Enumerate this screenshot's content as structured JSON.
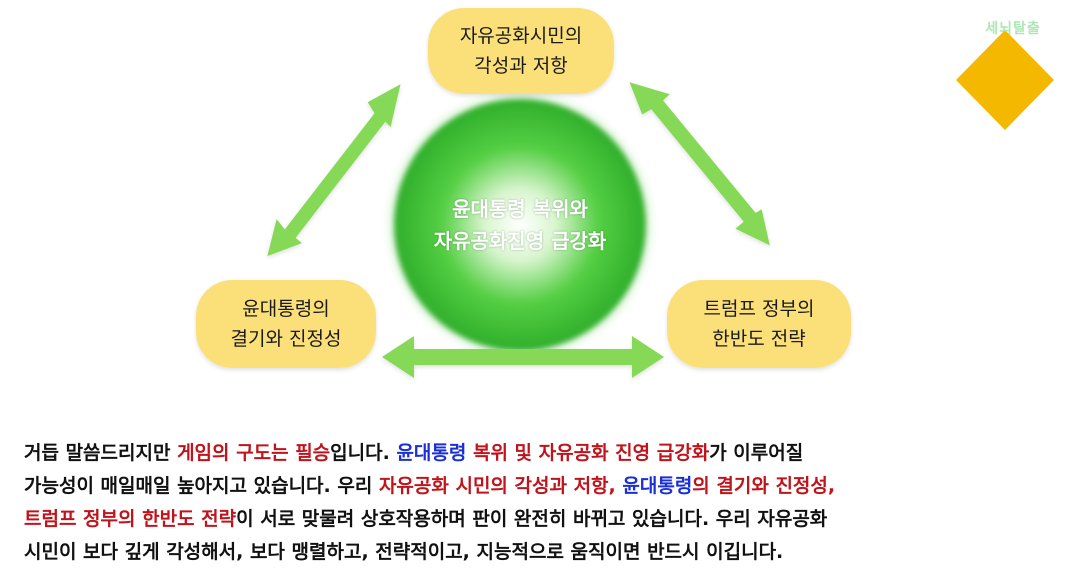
{
  "colors": {
    "node_fill": "#fbe07a",
    "arrow": "#86d956",
    "center_glow": "#3ec93a",
    "highlight_red": "#c0141c",
    "highlight_blue": "#1b2fd6",
    "brand_diamond": "#f5b800"
  },
  "diagram": {
    "center": {
      "line1": "윤대통령 복위와",
      "line2": "자유공화진영 급강화"
    },
    "nodes": [
      {
        "id": "top",
        "line1": "자유공화시민의",
        "line2": "각성과 저항"
      },
      {
        "id": "left",
        "line1": "윤대통령의",
        "line2": "결기와 진정성"
      },
      {
        "id": "right",
        "line1": "트럼프 정부의",
        "line2": "한반도 전략"
      }
    ]
  },
  "brand": {
    "text": "세뇌탈출"
  },
  "paragraph": {
    "lines": [
      [
        {
          "text": "거듭 말씀드리지만 ",
          "color": "black"
        },
        {
          "text": "게임의 구도는 필승",
          "color": "red"
        },
        {
          "text": "입니다. ",
          "color": "black"
        },
        {
          "text": "윤대통령",
          "color": "blue"
        },
        {
          "text": " 복위 및 자유공화 진영 급강화",
          "color": "red"
        },
        {
          "text": "가 이루어질",
          "color": "black"
        }
      ],
      [
        {
          "text": "가능성이 매일매일  높아지고 있습니다.   우리 ",
          "color": "black"
        },
        {
          "text": "자유공화 시민의 각성과 저항, ",
          "color": "red"
        },
        {
          "text": "윤대통령",
          "color": "blue"
        },
        {
          "text": "의 결기와 진정성,",
          "color": "red"
        }
      ],
      [
        {
          "text": "트럼프 정부의 한반도 전략",
          "color": "red"
        },
        {
          "text": "이 서로 맞물려 상호작용하며 판이 완전히 바뀌고 있습니다.  우리 자유공화",
          "color": "black"
        }
      ],
      [
        {
          "text": "시민이 보다 깊게 각성해서, 보다 맹렬하고, 전략적이고, 지능적으로 움직이면 반드시 이깁니다.",
          "color": "black"
        }
      ]
    ]
  }
}
